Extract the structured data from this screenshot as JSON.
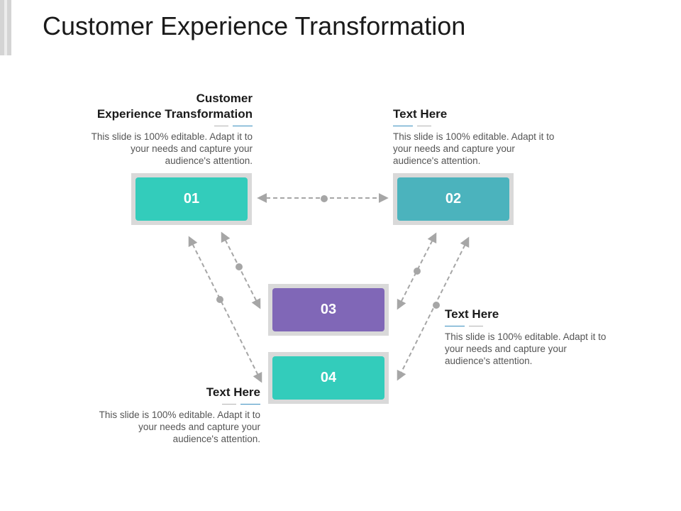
{
  "slide": {
    "title": "Customer Experience Transformation"
  },
  "colors": {
    "teal": "#33ccbb",
    "dark_teal": "#4bb3bd",
    "purple": "#8067b7",
    "frame": "#d9d9d9",
    "connector": "#a6a6a6"
  },
  "boxes": [
    {
      "label": "01",
      "color": "#33ccbb"
    },
    {
      "label": "02",
      "color": "#4bb3bd"
    },
    {
      "label": "03",
      "color": "#8067b7"
    },
    {
      "label": "04",
      "color": "#33ccbb"
    }
  ],
  "text_blocks": [
    {
      "heading_line1": "Customer",
      "heading_line2": "Experience Transformation",
      "body": "This slide is 100% editable. Adapt it to your needs and capture your audience's attention."
    },
    {
      "heading": "Text Here",
      "body": "This slide is 100% editable. Adapt it to your needs and capture your audience's attention."
    },
    {
      "heading": "Text Here",
      "body": "This slide is 100% editable. Adapt it to your needs and capture your audience's attention."
    },
    {
      "heading": "Text Here",
      "body": "This slide is 100% editable. Adapt it to your needs and capture your audience's attention."
    }
  ]
}
